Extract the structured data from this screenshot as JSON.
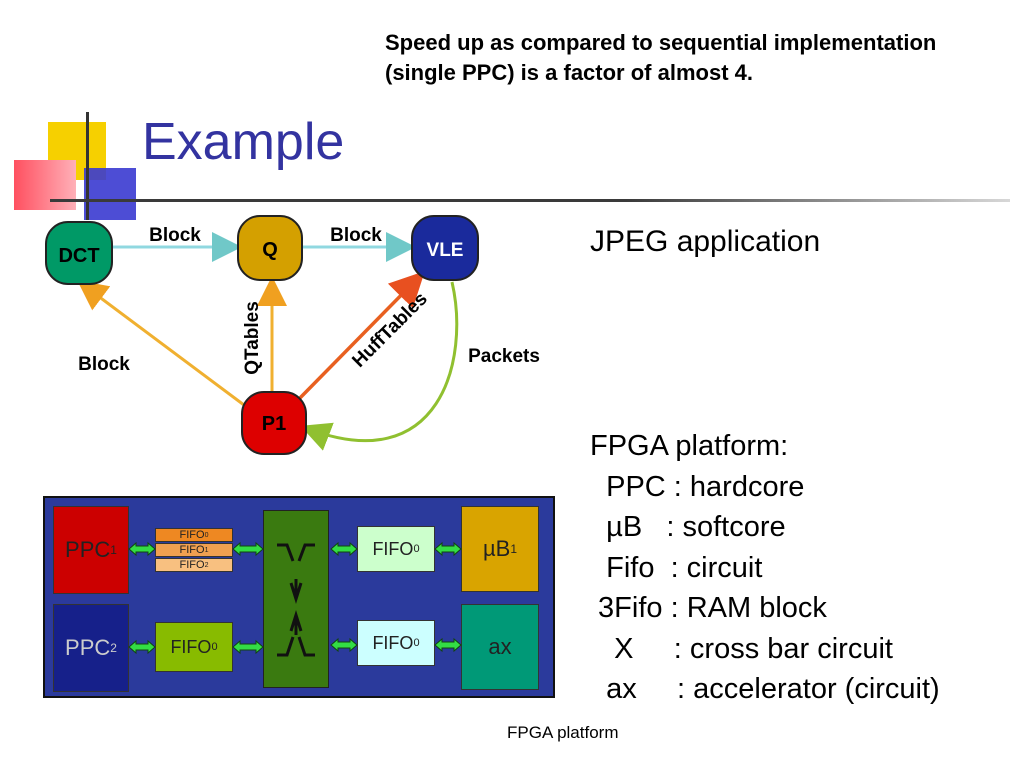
{
  "note": "Speed up as compared to sequential implementation (single PPC) is a factor of almost 4.",
  "title": "Example",
  "graph": {
    "nodes": {
      "dct": "DCT",
      "q": "Q",
      "vle": "VLE",
      "p1": "P1"
    },
    "edges": {
      "dct_q": "Block",
      "q_vle": "Block",
      "p1_dct": "Block",
      "p1_q": "QTables",
      "p1_vle": "HuffTables",
      "vle_p1": "Packets"
    }
  },
  "jpeg_label": "JPEG application",
  "platform_lines": [
    "FPGA platform:",
    "  PPC : hardcore",
    "  µB   : softcore",
    "  Fifo  : circuit",
    " 3Fifo : RAM block",
    "   X     : cross bar circuit",
    "  ax     : accelerator (circuit)"
  ],
  "fpga": {
    "ppc1": "PPC",
    "ppc1_sub": "1",
    "ppc2": "PPC",
    "ppc2_sub": "2",
    "fifo_stack": [
      {
        "label": "FIFO",
        "sub": "0"
      },
      {
        "label": "FIFO",
        "sub": "1"
      },
      {
        "label": "FIFO",
        "sub": "2"
      }
    ],
    "fifo_ppc2": "FIFO",
    "fifo_ppc2_sub": "0",
    "fifo_ub": "FIFO",
    "fifo_ub_sub": "0",
    "fifo_ax": "FIFO",
    "fifo_ax_sub": "0",
    "ub": "µB",
    "ub_sub": "1",
    "ax": "ax"
  },
  "caption": "FPGA platform",
  "colors": {
    "title": "#3333a0",
    "dct": "#009966",
    "q": "#d4a000",
    "vle": "#1a2a9c",
    "p1": "#dd0000",
    "board": "#2b3a9c"
  }
}
